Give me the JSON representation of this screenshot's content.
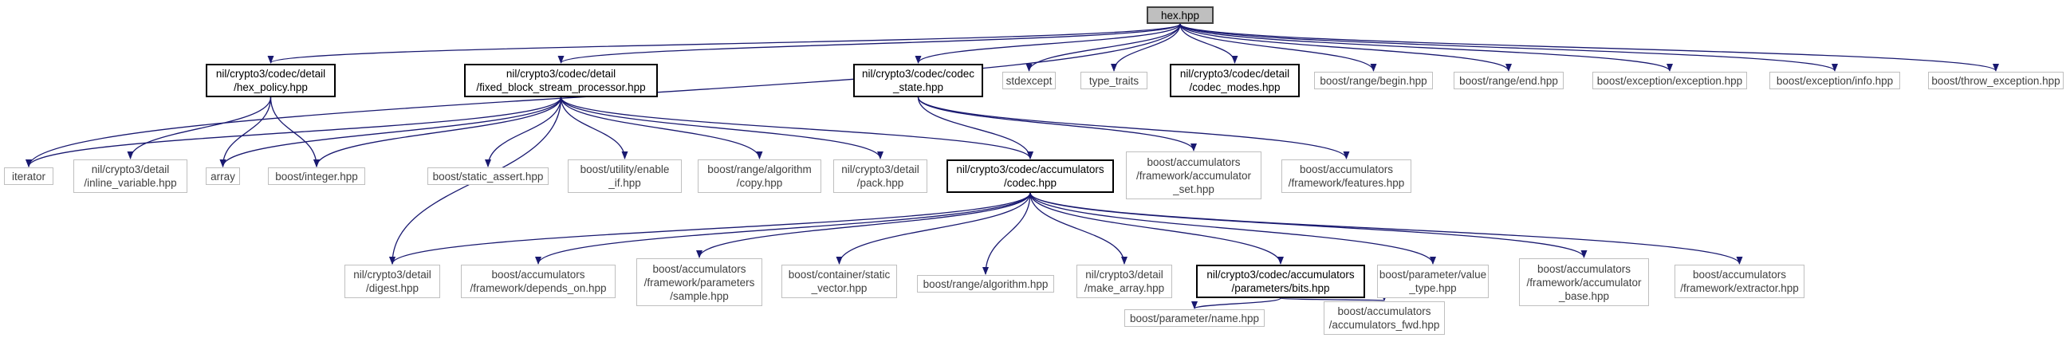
{
  "diagram": {
    "colors": {
      "edge": "#191970",
      "box_border": "#bfbfbf",
      "root_fill": "#bfbfbf"
    },
    "nodes": {
      "root": {
        "lines": [
          "hex.hpp"
        ]
      },
      "hexpol": {
        "lines": [
          "nil/crypto3/codec/detail",
          "/hex_policy.hpp"
        ]
      },
      "fbsp": {
        "lines": [
          "nil/crypto3/codec/detail",
          "/fixed_block_stream_processor.hpp"
        ]
      },
      "cstate": {
        "lines": [
          "nil/crypto3/codec/codec",
          "_state.hpp"
        ]
      },
      "stdexcept": {
        "lines": [
          "stdexcept"
        ]
      },
      "typetr": {
        "lines": [
          "type_traits"
        ]
      },
      "cmodes": {
        "lines": [
          "nil/crypto3/codec/detail",
          "/codec_modes.hpp"
        ]
      },
      "begin": {
        "lines": [
          "boost/range/begin.hpp"
        ]
      },
      "end": {
        "lines": [
          "boost/range/end.hpp"
        ]
      },
      "excexc": {
        "lines": [
          "boost/exception/exception.hpp"
        ]
      },
      "excinfo": {
        "lines": [
          "boost/exception/info.hpp"
        ]
      },
      "throwexc": {
        "lines": [
          "boost/throw_exception.hpp"
        ]
      },
      "iterator": {
        "lines": [
          "iterator"
        ]
      },
      "inlvar": {
        "lines": [
          "nil/crypto3/detail",
          "/inline_variable.hpp"
        ]
      },
      "array": {
        "lines": [
          "array"
        ]
      },
      "integer": {
        "lines": [
          "boost/integer.hpp"
        ]
      },
      "sassert": {
        "lines": [
          "boost/static_assert.hpp"
        ]
      },
      "enableif": {
        "lines": [
          "boost/utility/enable",
          "_if.hpp"
        ]
      },
      "algcopy": {
        "lines": [
          "boost/range/algorithm",
          "/copy.hpp"
        ]
      },
      "pack": {
        "lines": [
          "nil/crypto3/detail",
          "/pack.hpp"
        ]
      },
      "codecacc": {
        "lines": [
          "nil/crypto3/codec/accumulators",
          "/codec.hpp"
        ]
      },
      "accset": {
        "lines": [
          "boost/accumulators",
          "/framework/accumulator",
          "_set.hpp"
        ]
      },
      "features": {
        "lines": [
          "boost/accumulators",
          "/framework/features.hpp"
        ]
      },
      "digest": {
        "lines": [
          "nil/crypto3/detail",
          "/digest.hpp"
        ]
      },
      "depon": {
        "lines": [
          "boost/accumulators",
          "/framework/depends_on.hpp"
        ]
      },
      "sample": {
        "lines": [
          "boost/accumulators",
          "/framework/parameters",
          "/sample.hpp"
        ]
      },
      "svector": {
        "lines": [
          "boost/container/static",
          "_vector.hpp"
        ]
      },
      "ralg": {
        "lines": [
          "boost/range/algorithm.hpp"
        ]
      },
      "makearr": {
        "lines": [
          "nil/crypto3/detail",
          "/make_array.hpp"
        ]
      },
      "bits": {
        "lines": [
          "nil/crypto3/codec/accumulators",
          "/parameters/bits.hpp"
        ]
      },
      "valtype": {
        "lines": [
          "boost/parameter/value",
          "_type.hpp"
        ]
      },
      "accbase": {
        "lines": [
          "boost/accumulators",
          "/framework/accumulator",
          "_base.hpp"
        ]
      },
      "extractor": {
        "lines": [
          "boost/accumulators",
          "/framework/extractor.hpp"
        ]
      },
      "pname": {
        "lines": [
          "boost/parameter/name.hpp"
        ]
      },
      "accfwd": {
        "lines": [
          "boost/accumulators",
          "/accumulators_fwd.hpp"
        ]
      }
    }
  }
}
